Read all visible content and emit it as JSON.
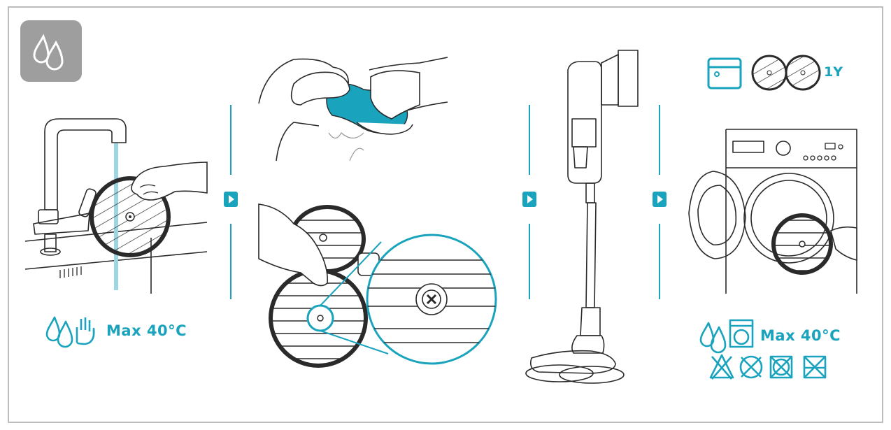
{
  "steps": {
    "rinse": {
      "temperature_label": "Max 40°C"
    },
    "machine_wash": {
      "temperature_label": "Max 40°C",
      "replacement_period": "1Y"
    }
  },
  "colors": {
    "accent": "#1aa3bd",
    "line": "#2a2a2a",
    "badge_background": "#9e9e9e",
    "frame": "#bdbdbd"
  },
  "icons": {
    "water-drops": "two water drops",
    "hand-wash": "hand in water",
    "machine-wash": "washing machine",
    "storage-box": "pad storage box",
    "pads": "two mop pads",
    "no-bleach": "crossed triangle",
    "no-tumble-dry": "crossed circle in square",
    "no-dry-clean": "crossed circle",
    "no-iron": "crossed square"
  }
}
